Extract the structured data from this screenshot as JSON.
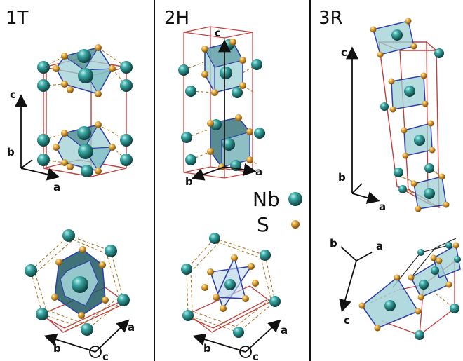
{
  "panels": [
    {
      "id": "1T",
      "title": "1T",
      "top_axes": [
        "c",
        "b",
        "a"
      ],
      "bottom_axes": [
        "a",
        "b",
        "c"
      ]
    },
    {
      "id": "2H",
      "title": "2H",
      "top_axes": [
        "c",
        "b",
        "a"
      ],
      "bottom_axes": [
        "a",
        "b",
        "c"
      ]
    },
    {
      "id": "3R",
      "title": "3R",
      "top_axes": [
        "c",
        "b",
        "a"
      ],
      "bottom_axes": [
        "b",
        "a",
        "c"
      ]
    }
  ],
  "legend": {
    "items": [
      {
        "label": "Nb",
        "color": "#2e8f8b",
        "kind": "large-teal-sphere"
      },
      {
        "label": "S",
        "color": "#d59a2a",
        "kind": "small-orange-sphere"
      }
    ]
  },
  "colors": {
    "nb_atom": "#2e8f8b",
    "s_atom": "#d59a2a",
    "octahedron_fill": "#9fd0d6",
    "polyhedron_edge": "#3140a8",
    "unit_cell": "#c0413f",
    "bond_dash": "#a87a2a",
    "divider": "#111111"
  }
}
